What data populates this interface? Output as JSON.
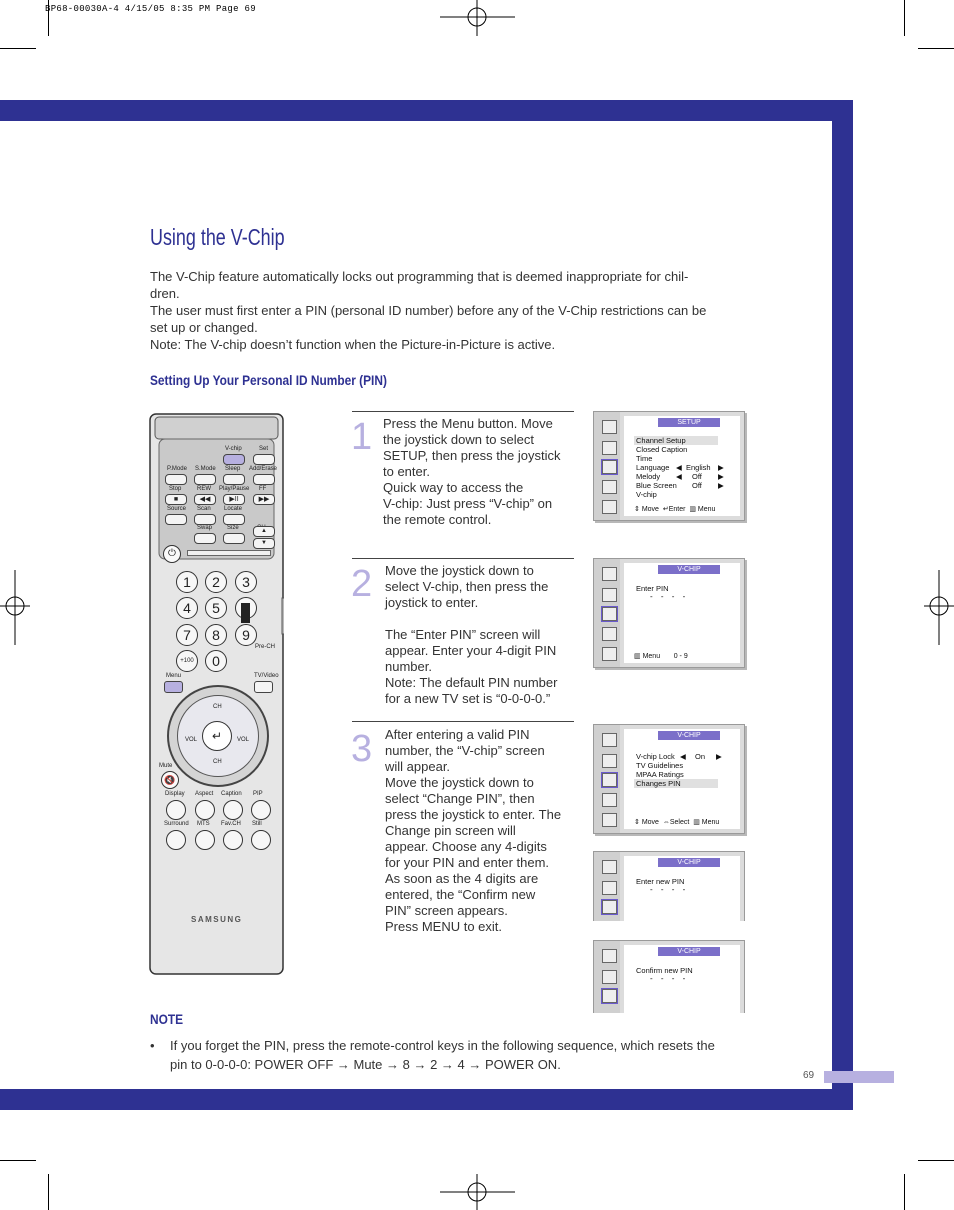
{
  "slug": "BP68-00030A-4  4/15/05  8:35 PM  Page 69",
  "title": "Using the V-Chip",
  "intro": [
    "The V-Chip feature automatically locks out programming that is deemed inappropriate for chil-",
    "dren.",
    "The user must first enter a PIN (personal ID number) before any of the V-Chip restrictions can be",
    "set up or changed.",
    "Note: The V-chip doesn’t function when the Picture-in-Picture is active."
  ],
  "subheading": "Setting Up Your Personal ID Number (PIN)",
  "steps": [
    {
      "number": "1",
      "lines": [
        "Press the Menu button.  Move",
        "the joystick down to select",
        "SETUP, then press the joystick",
        "to enter.",
        "Quick way to access the",
        "V-chip: Just press “V-chip” on",
        "the remote control."
      ]
    },
    {
      "number": "2",
      "lines": [
        "Move the joystick down to",
        "select V-chip, then press the",
        "joystick to enter.",
        "",
        "The “Enter PIN” screen will",
        "appear. Enter your 4-digit PIN",
        "number.",
        "Note: The default PIN number",
        "for a new TV set is “0-0-0-0.”"
      ]
    },
    {
      "number": "3",
      "lines": [
        "After entering a valid PIN",
        "number, the “V-chip” screen",
        "will appear.",
        "Move the joystick down to",
        "select “Change PIN”, then",
        "press the joystick to enter.  The",
        "Change pin screen will",
        "appear. Choose any 4-digits",
        "for your PIN and enter them.",
        "As soon as the 4 digits are",
        "entered, the “Confirm new",
        "PIN” screen appears.",
        "Press MENU to exit."
      ]
    }
  ],
  "menus": {
    "setup": {
      "header": "SETUP",
      "rows": [
        "Channel Setup",
        "Closed Caption",
        "Time",
        "Language",
        "Melody",
        "Blue Screen",
        "V-chip"
      ],
      "values": [
        "English",
        "Off",
        "Off"
      ],
      "footer": [
        "Move",
        "Enter",
        "Menu"
      ]
    },
    "enter_pin": {
      "header": "V-CHIP",
      "label": "Enter PIN",
      "dashes": "- - - -",
      "footer": [
        "Menu",
        "0 - 9"
      ]
    },
    "vchip": {
      "header": "V-CHIP",
      "rows": [
        "V-chip Lock",
        "TV Guidelines",
        "MPAA Ratings",
        "Changes PIN"
      ],
      "value": "On",
      "footer": [
        "Move",
        "Select",
        "Menu"
      ]
    },
    "enter_new_pin": {
      "header": "V-CHIP",
      "label": "Enter new PIN",
      "dashes": "- - - -"
    },
    "confirm_new_pin": {
      "header": "V-CHIP",
      "label": "Confirm new PIN",
      "dashes": "- - - -"
    }
  },
  "remote": {
    "top_labels": [
      "V-chip",
      "Set",
      "P.Mode",
      "S.Mode",
      "Sleep",
      "Add/Erase",
      "Stop",
      "REW",
      "Play/Pause",
      "FF",
      "Source",
      "Scan",
      "Locate",
      "Swap",
      "Size",
      "CH"
    ],
    "digits": [
      "1",
      "2",
      "3",
      "4",
      "5",
      "6",
      "7",
      "8",
      "9",
      "+100",
      "0"
    ],
    "pre_ch": "Pre-CH",
    "menu": "Menu",
    "tv_video": "TV/Video",
    "ch": "CH",
    "vol": "VOL",
    "mute": "Mute",
    "bottom_labels": [
      "Display",
      "Aspect",
      "Caption",
      "PIP",
      "Surround",
      "MTS",
      "Fav.CH",
      "Still"
    ],
    "brand": "SAMSUNG"
  },
  "note_heading": "NOTE",
  "note_lines": [
    "If you forget the PIN, press the remote-control keys in the following sequence, which resets the",
    "pin to 0-0-0-0: POWER OFF → Mute → 8 → 2 → 4 → POWER ON."
  ],
  "page_number": "69",
  "colors": {
    "accent": "#2e3192",
    "step_number": "#b7b0e0",
    "menu_header": "#7b6fc9",
    "tab": "#b7b0e0"
  }
}
